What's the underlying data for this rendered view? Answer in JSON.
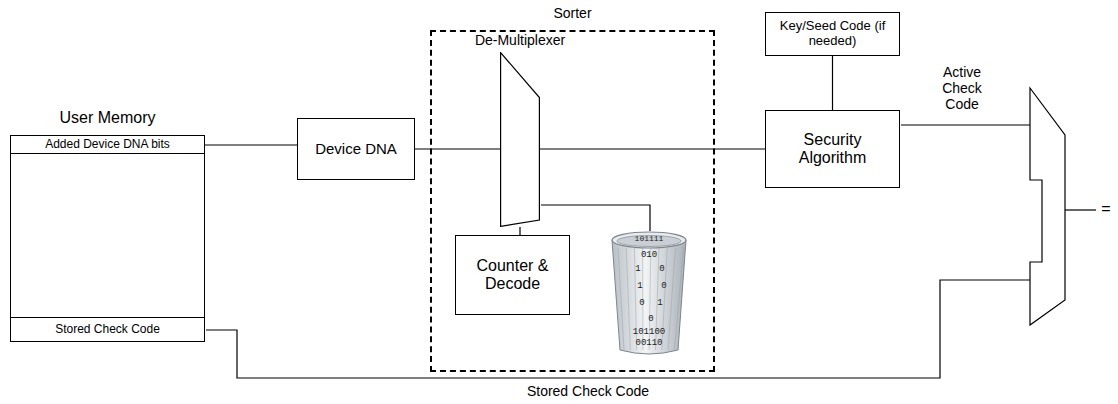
{
  "diagram": {
    "nodes": [
      {
        "text": [
          "User Memory"
        ]
      },
      {
        "text": [
          "Added Device DNA bits"
        ],
        "in": 0
      },
      {
        "text": [
          "Stored Check Code"
        ],
        "in": 0
      },
      {
        "text": [
          "Device DNA"
        ]
      },
      {
        "text": [
          "Sorter"
        ]
      },
      {
        "text": [
          "De-Multiplexer"
        ],
        "in": 4
      },
      {
        "text": [
          "Counter & Decode"
        ],
        "in": 4
      },
      {
        "text": [
          "Key/Seed Code (if needed)"
        ]
      },
      {
        "text": [
          "Security Algorithm"
        ]
      }
    ],
    "edges": [
      {
        "from": 1,
        "to": 3,
        "arrow": "none"
      },
      {
        "from": 3,
        "to": 5,
        "arrow": "none"
      },
      {
        "from": 5,
        "to": 8,
        "arrow": "none"
      },
      {
        "from": 5,
        "to": 6,
        "arrow": "none"
      },
      {
        "from": 7,
        "to": 8,
        "arrow": "none"
      }
    ],
    "labels": [
      "Active Check Code",
      "Stored Check Code",
      "=",
      "101111",
      "010",
      "1",
      "0",
      "1",
      "0",
      "0",
      "1",
      "0",
      "101100",
      "00110"
    ]
  }
}
